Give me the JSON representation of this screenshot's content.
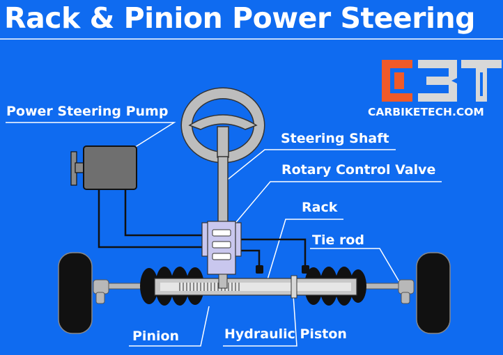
{
  "title": "Rack & Pinion Power Steering",
  "logo": {
    "letters": "CBT",
    "site": "CARBIKETECH.COM",
    "accent": "#f05a28",
    "grey": "#d8d8d8"
  },
  "labels": {
    "pump": "Power Steering Pump",
    "shaft": "Steering Shaft",
    "valve": "Rotary Control Valve",
    "rack": "Rack",
    "tie_rod": "Tie rod",
    "pinion": "Pinion",
    "piston": "Hydraulic Piston"
  },
  "colors": {
    "background": "#0f6bf0",
    "metal": "#b8b8b8",
    "valve": "#c9c7ee",
    "tire": "#111111",
    "line": "#ffffff"
  }
}
